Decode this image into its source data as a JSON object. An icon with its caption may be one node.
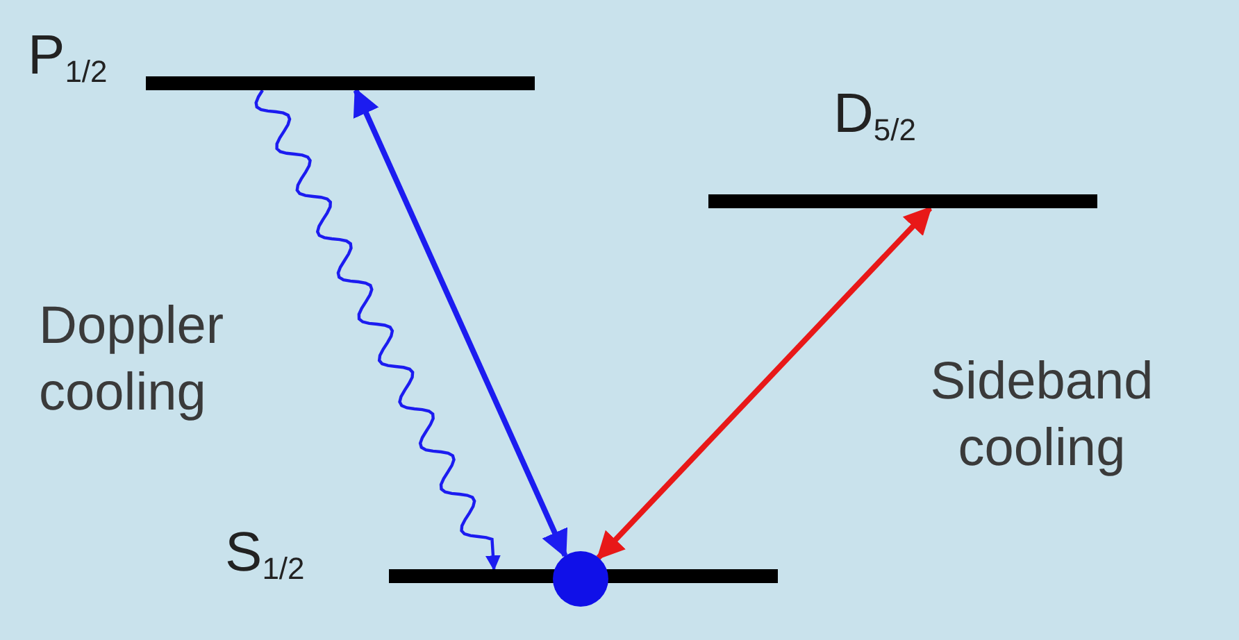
{
  "diagram": {
    "nodes": [
      {
        "text": [
          "P$_{1/2}$"
        ]
      },
      {
        "text": [
          "D$_{5/2}$"
        ]
      },
      {
        "text": [
          "S$_{1/2}$"
        ]
      },
      {
        "text": [],
        "shape": "circle"
      }
    ],
    "edges": [
      {
        "from": 0,
        "to": 2,
        "arrow": "to"
      },
      {
        "from": 3,
        "to": 0,
        "arrow": "both"
      },
      {
        "from": 3,
        "to": 1,
        "arrow": "both",
        "color": "#e81818"
      }
    ],
    "labels": [
      "Doppler cooling",
      "Sideband cooling"
    ]
  }
}
